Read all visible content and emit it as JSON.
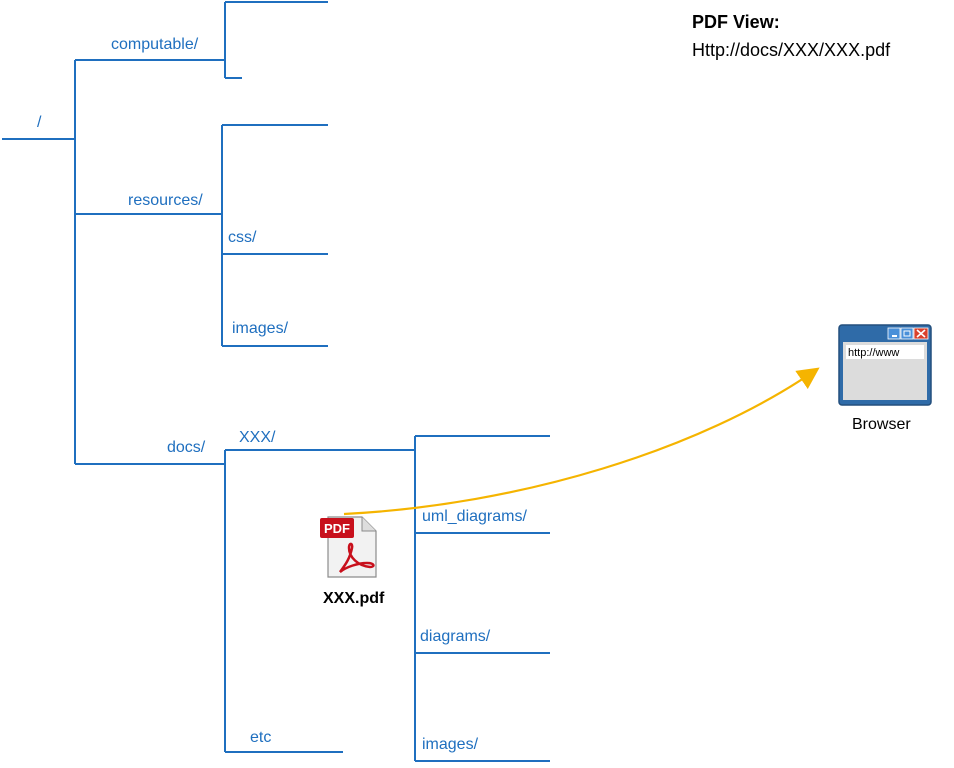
{
  "header": {
    "title": "PDF View:",
    "url": "Http://docs/XXX/XXX.pdf"
  },
  "tree": {
    "root": "/",
    "computable": "computable/",
    "resources": "resources/",
    "css": "css/",
    "images_resources": "images/",
    "docs": "docs/",
    "xxx": "XXX/",
    "etc": "etc",
    "uml_diagrams": "uml_diagrams/",
    "diagrams": "diagrams/",
    "images_docs": "images/"
  },
  "pdf_file": {
    "badge": "PDF",
    "label": "XXX.pdf",
    "icon": "pdf-file-icon"
  },
  "browser": {
    "address": "http://www",
    "label": "Browser",
    "icon": "browser-window-icon"
  },
  "colors": {
    "tree": "#1f6fbf",
    "arrow": "#f5b400",
    "pdf_red": "#c8101c"
  }
}
